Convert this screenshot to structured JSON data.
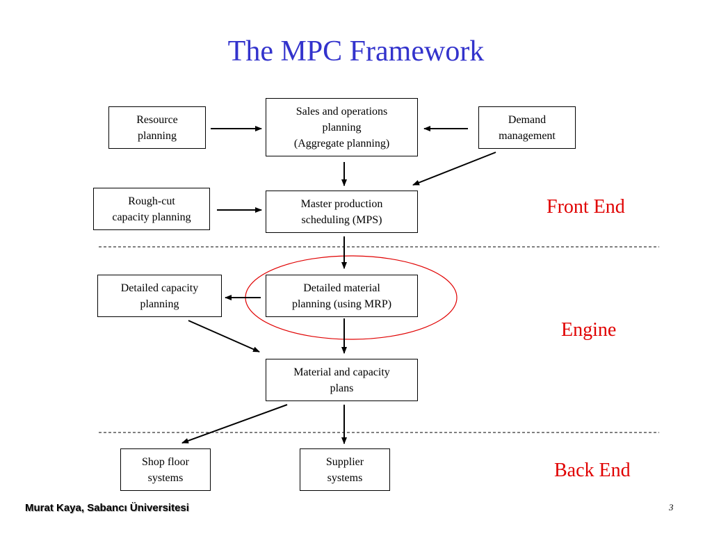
{
  "title": "The MPC Framework",
  "boxes": {
    "resource_planning": "Resource\nplanning",
    "sop": "Sales and operations\nplanning\n(Aggregate planning)",
    "demand_management": "Demand\nmanagement",
    "rough_cut": "Rough-cut\ncapacity  planning",
    "mps": "Master production\nscheduling (MPS)",
    "detailed_capacity": "Detailed capacity\nplanning",
    "detailed_material": "Detailed material\nplanning (using MRP)",
    "material_capacity_plans": "Material and capacity\nplans",
    "shop_floor": "Shop floor\nsystems",
    "supplier": "Supplier\nsystems"
  },
  "sections": {
    "front_end": "Front End",
    "engine": "Engine",
    "back_end": "Back End"
  },
  "footer": {
    "author": "Murat Kaya, Sabancı Üniversitesi",
    "page_number": "3"
  },
  "colors": {
    "title": "#3333cc",
    "section_label": "#e00000",
    "highlight_ellipse": "#e00000"
  }
}
